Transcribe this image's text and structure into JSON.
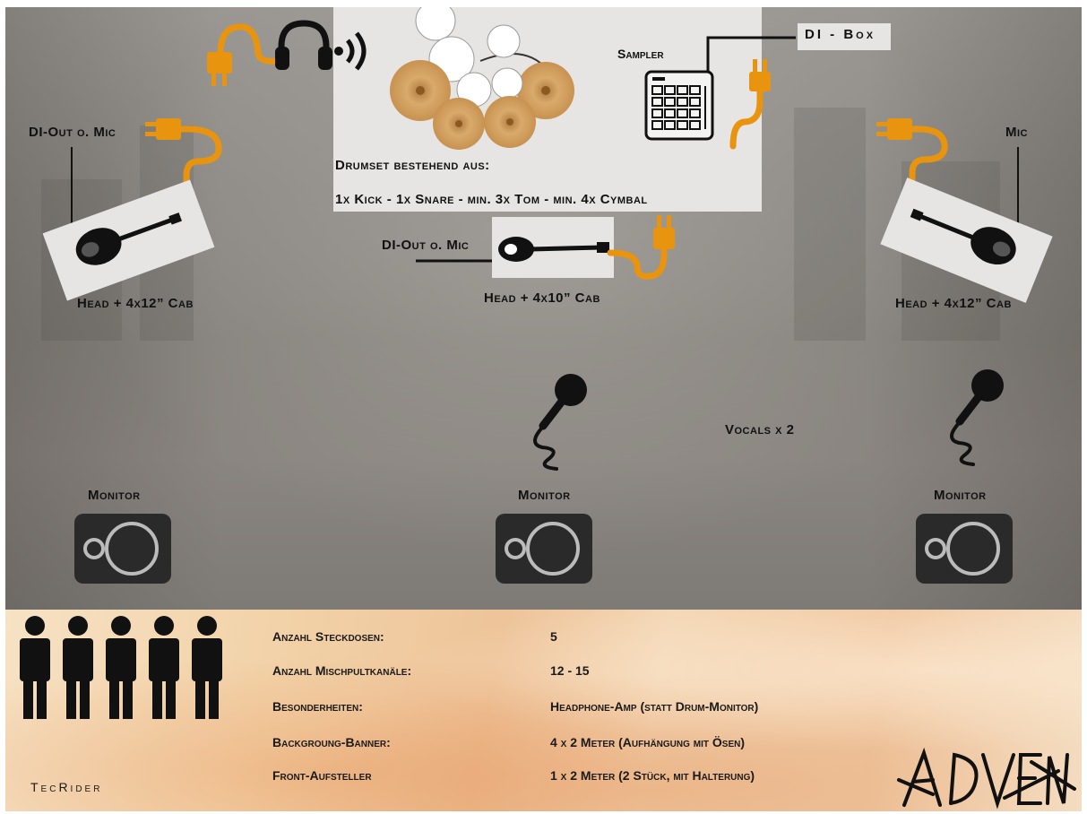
{
  "stage": {
    "drumset_caption": "Drumset bestehend aus:",
    "drumset_detail": "1x Kick - 1x Snare - min. 3x Tom - min. 4x Cymbal",
    "sampler_label": "Sampler",
    "dibox_label": "DI - Box",
    "left_guitar": {
      "top_label": "DI-Out o. Mic",
      "cab_label": "Head + 4x12” Cab"
    },
    "bass": {
      "top_label": "DI-Out o. Mic",
      "cab_label": "Head + 4x10” Cab"
    },
    "right_guitar": {
      "top_label": "Mic",
      "cab_label": "Head + 4x12” Cab"
    },
    "vocals_label": "Vocals x 2",
    "monitors": [
      "Monitor",
      "Monitor",
      "Monitor"
    ]
  },
  "rider": {
    "title": "TecRider",
    "rows": [
      {
        "label": "Anzahl Steckdosen:",
        "value": "5"
      },
      {
        "label": "Anzahl Mischpultkanäle:",
        "value": "12 - 15"
      },
      {
        "label": "Besonderheiten:",
        "value": "Headphone-Amp (statt Drum-Monitor)"
      },
      {
        "label": "Backgroung-Banner:",
        "value": "4 x 2 Meter (Aufhängung mit Ösen)"
      },
      {
        "label": "Front-Aufsteller",
        "value": "1 x 2 Meter (2 Stück, mit Halterung)"
      }
    ],
    "logo_text": "ADVENA"
  },
  "colors": {
    "orange": "#e8940f",
    "dark": "#111111",
    "panel": "#e6e5e3"
  }
}
